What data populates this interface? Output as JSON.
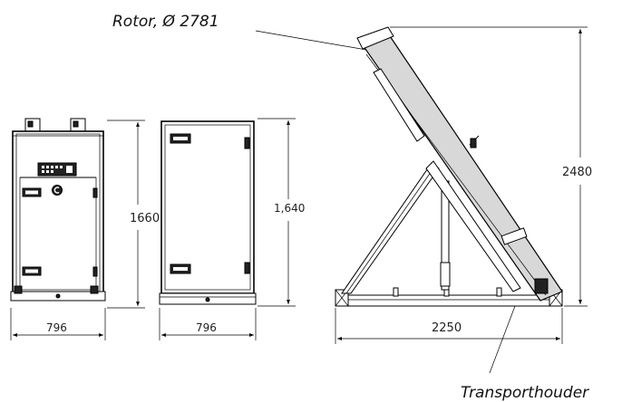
{
  "labels": {
    "rotor": "Rotor, Ø 2781",
    "transport": "Transporthouder"
  },
  "dimensions": {
    "front_height": "1660",
    "front_width": "796",
    "side_height": "1,640",
    "side_width": "796",
    "transport_height": "2480",
    "transport_width": "2250"
  }
}
